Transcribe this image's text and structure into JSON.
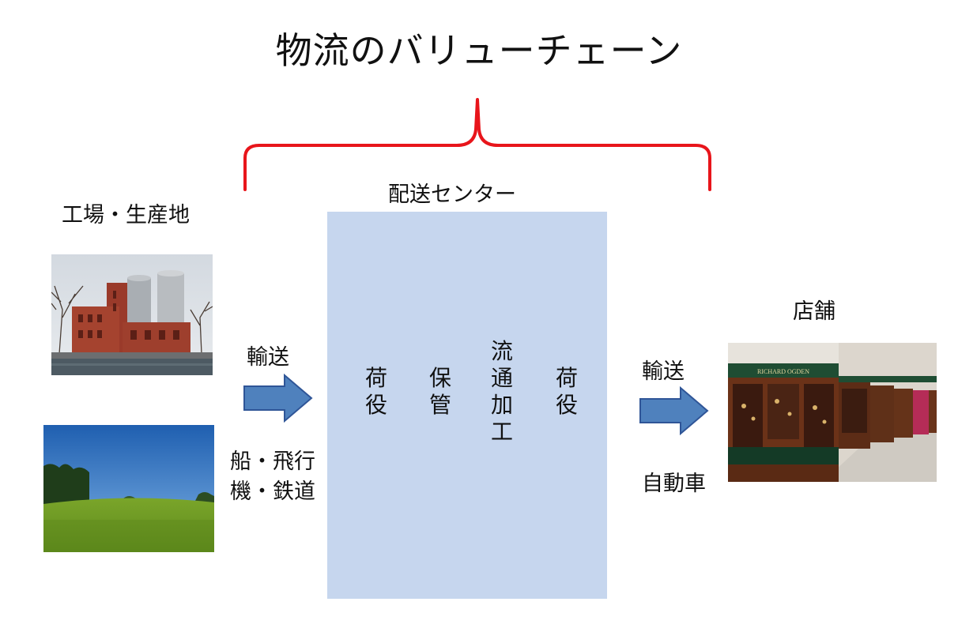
{
  "title": "物流のバリューチェーン",
  "center": {
    "label": "配送センター",
    "steps": [
      {
        "text": "荷役"
      },
      {
        "text": "保管"
      },
      {
        "text": "流通加工"
      },
      {
        "text": "荷役"
      }
    ]
  },
  "source": {
    "label": "工場・生産地"
  },
  "store": {
    "label": "店舗"
  },
  "left_transport": {
    "label": "輸送",
    "modes_line1": "船・飛行",
    "modes_line2": "機・鉄道"
  },
  "right_transport": {
    "label": "輸送",
    "modes": "自動車"
  },
  "colors": {
    "box": "#c6d6ee",
    "arrow_fill": "#4f81bd",
    "arrow_stroke": "#2f5597",
    "brace": "#e8151b"
  },
  "store_photo": {
    "sign": "RICHARD OGDEN"
  }
}
